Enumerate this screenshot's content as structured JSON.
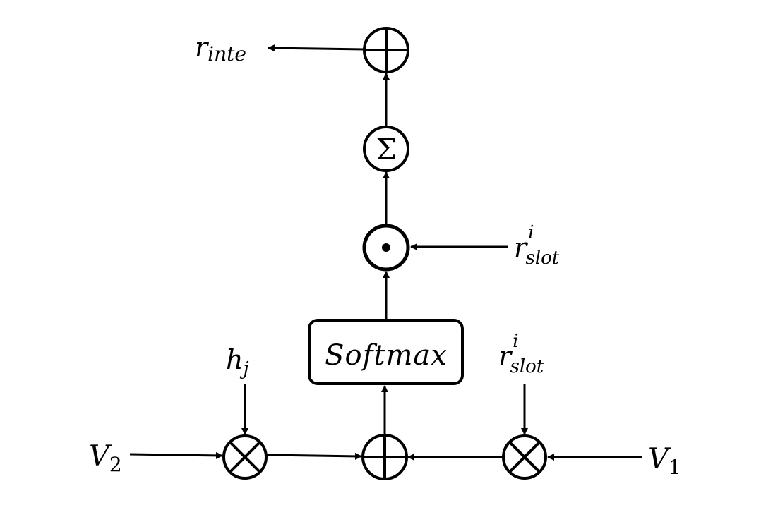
{
  "labels": {
    "r_inte": {
      "base": "r",
      "sub": "inte"
    },
    "r_slot_top": {
      "base": "r",
      "sup": "i",
      "sub": "slot"
    },
    "r_slot_bottom": {
      "base": "r",
      "sup": "i",
      "sub": "slot"
    },
    "h_j": {
      "base": "h",
      "sub": "j"
    },
    "v2": {
      "base": "V",
      "sub": "2"
    },
    "v1": {
      "base": "V",
      "sub": "1"
    }
  },
  "softmax_label": "Softmax",
  "sum_symbol": "Σ",
  "colors": {
    "stroke": "#000000",
    "background": "#ffffff"
  }
}
